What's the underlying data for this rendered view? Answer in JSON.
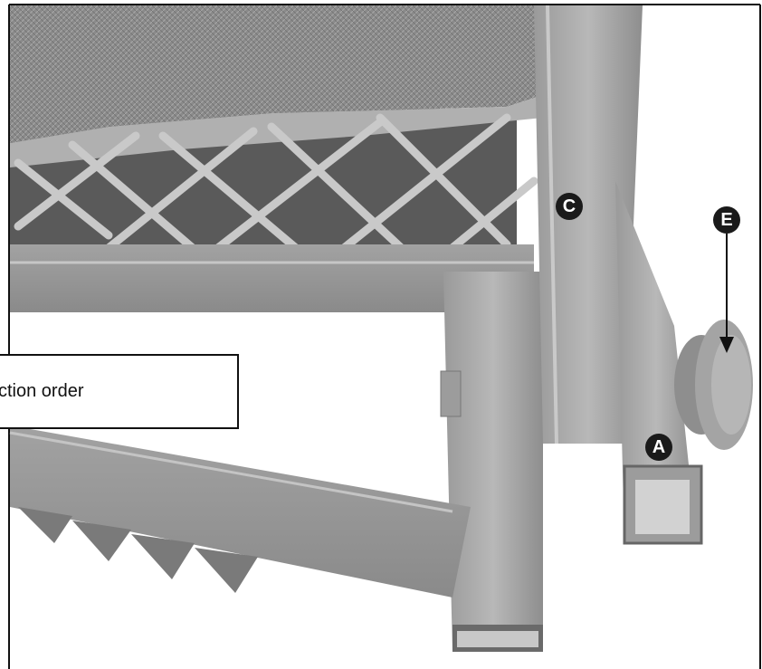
{
  "callout": {
    "text": "ction order"
  },
  "markers": [
    {
      "id": "C",
      "label": "C"
    },
    {
      "id": "E",
      "label": "E"
    },
    {
      "id": "A",
      "label": "A"
    }
  ],
  "colors": {
    "marker_fill": "#1a1a1a",
    "marker_text": "#ffffff",
    "border": "#111111"
  }
}
